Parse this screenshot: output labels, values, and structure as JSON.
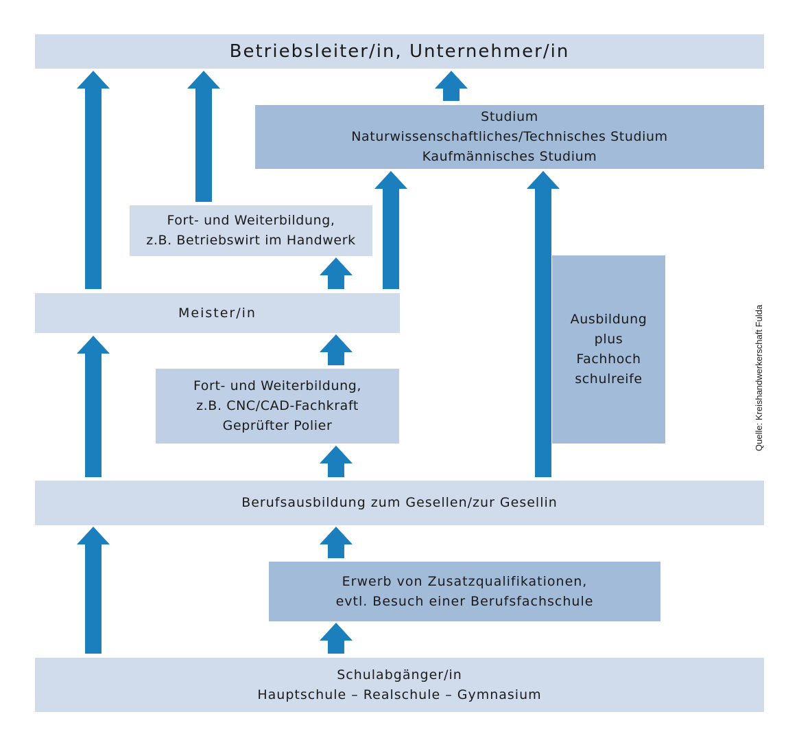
{
  "boxes": {
    "top": {
      "line1": "Betriebsleiter/in, Unternehmer/in"
    },
    "studium": {
      "line1": "Studium",
      "line2": "Naturwissenschaftliches/Technisches Studium",
      "line3": "Kaufmännisches Studium"
    },
    "fort_top": {
      "line1": "Fort- und Weiterbildung,",
      "line2": "z.B. Betriebswirt im Handwerk"
    },
    "meister": {
      "line1": "Meister/in"
    },
    "ausbildung_plus": {
      "line1": "Ausbildung",
      "line2": "plus",
      "line3": "Fachhoch",
      "line4": "schulreife"
    },
    "fort_mid": {
      "line1": "Fort- und Weiterbildung,",
      "line2": "z.B. CNC/CAD-Fachkraft",
      "line3": "Geprüfter Polier"
    },
    "geselle": {
      "line1": "Berufsausbildung zum Gesellen/zur Gesellin"
    },
    "zusatz": {
      "line1": "Erwerb von Zusatzqualifikationen,",
      "line2": "evtl. Besuch einer Berufsfachschule"
    },
    "schule": {
      "line1": "Schulabgänger/in",
      "line2": "Hauptschule – Realschule – Gymnasium"
    }
  },
  "source": "Quelle: Kreishandwerkerschaft Fulda",
  "colors": {
    "arrow": "#1a7fbc",
    "box_light": "#d0dcec",
    "box_mid": "#bfd0e6",
    "box_dark": "#a1bbd9"
  }
}
